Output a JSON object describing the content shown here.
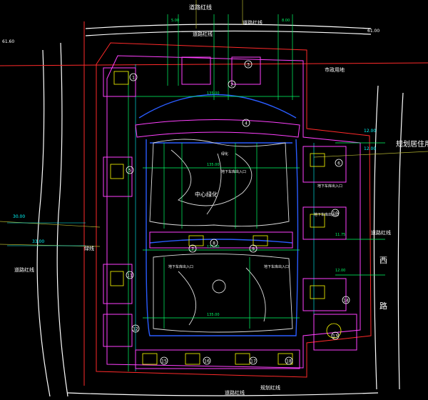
{
  "colors": {
    "background": "#000000",
    "road_line": "#ffffff",
    "red_line": "#ff2a2a",
    "building": "#ff40ff",
    "dimension": "#00ff66",
    "dimension_cyan": "#00ffff",
    "blue_path": "#2a5cff",
    "yellow_text": "#ffff00",
    "olive_axis": "#b0b030"
  },
  "labels": {
    "top_red_line": "道路红线",
    "top_dim_label": "道路红线",
    "top_right_label": "道路红线",
    "right_plan": "规划居住用",
    "right_road_red": "道路红线",
    "right_road_xi": "西",
    "right_road_lu": "路",
    "left_road_red": "道路红线",
    "left_road_word": "绿线",
    "central_green": "中心绿化",
    "bottom_road_red": "道路红线",
    "bottom_road_red2": "规划红线",
    "market_land": "市政用地",
    "entrance_top": "地下车库出入口",
    "entrance_mid_left": "地下车库出入口",
    "entrance_mid_right": "地下车库出入口",
    "entrance_lower_left": "地下车库出入口",
    "entrance_lower_right": "地下车库出入口",
    "green_area": "绿化"
  },
  "dims": {
    "top_a": "5.00",
    "top_b": "8.00",
    "mid_a": "135.00",
    "mid_b": "135.00",
    "mid_c": "135.00",
    "mid_d": "135.00",
    "side_a": "11.75",
    "side_b": "12.00",
    "side_c": "12.00",
    "side_d": "30.00",
    "side_e": "33.00",
    "side_f": "12.00",
    "corner_tl": "61.60",
    "corner_tr": "61.00"
  },
  "building_numbers": [
    "1",
    "2",
    "3",
    "4",
    "5",
    "6",
    "7",
    "8",
    "9",
    "10",
    "11",
    "12",
    "13",
    "14",
    "15",
    "16",
    "17",
    "18"
  ]
}
